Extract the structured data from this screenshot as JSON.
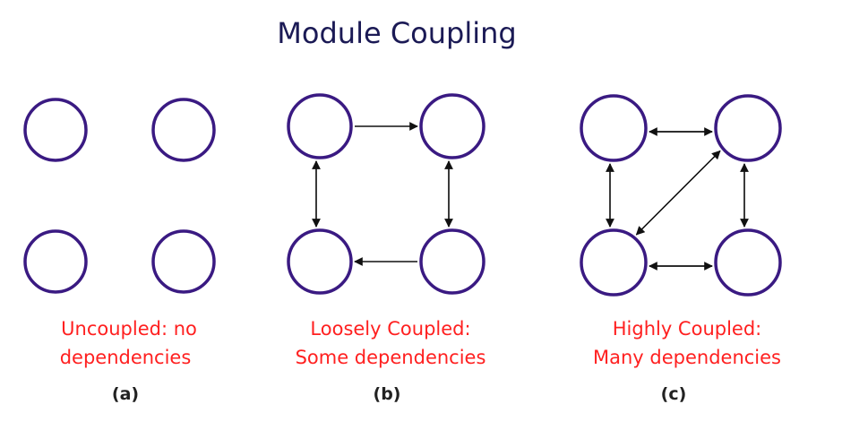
{
  "title": "Module Coupling",
  "colors": {
    "title": "#1b1a55",
    "node_stroke": "#3a1a82",
    "caption": "#ff2020",
    "arrow": "#111111"
  },
  "panels": [
    {
      "id": "a",
      "caption_lines": [
        "Uncoupled: no",
        "dependencies"
      ],
      "sub_label": "(a)",
      "modules": [
        "module-1",
        "module-2",
        "module-3",
        "module-4"
      ],
      "dependencies": []
    },
    {
      "id": "b",
      "caption_lines": [
        "Loosely Coupled:",
        "Some dependencies"
      ],
      "sub_label": "(b)",
      "modules": [
        "module-1",
        "module-2",
        "module-3",
        "module-4"
      ],
      "dependencies": [
        {
          "from": "module-1",
          "to": "module-2"
        },
        {
          "from": "module-1",
          "to": "module-3"
        },
        {
          "from": "module-3",
          "to": "module-1"
        },
        {
          "from": "module-2",
          "to": "module-4"
        },
        {
          "from": "module-4",
          "to": "module-2"
        },
        {
          "from": "module-4",
          "to": "module-3"
        }
      ]
    },
    {
      "id": "c",
      "caption_lines": [
        "Highly Coupled:",
        "Many dependencies"
      ],
      "sub_label": "(c)",
      "modules": [
        "module-1",
        "module-2",
        "module-3",
        "module-4"
      ],
      "dependencies": [
        {
          "from": "module-2",
          "to": "module-1"
        },
        {
          "from": "module-1",
          "to": "module-2"
        },
        {
          "from": "module-1",
          "to": "module-3"
        },
        {
          "from": "module-3",
          "to": "module-1"
        },
        {
          "from": "module-2",
          "to": "module-4"
        },
        {
          "from": "module-4",
          "to": "module-2"
        },
        {
          "from": "module-3",
          "to": "module-2"
        },
        {
          "from": "module-2",
          "to": "module-3"
        },
        {
          "from": "module-3",
          "to": "module-4"
        },
        {
          "from": "module-4",
          "to": "module-3"
        }
      ]
    }
  ]
}
